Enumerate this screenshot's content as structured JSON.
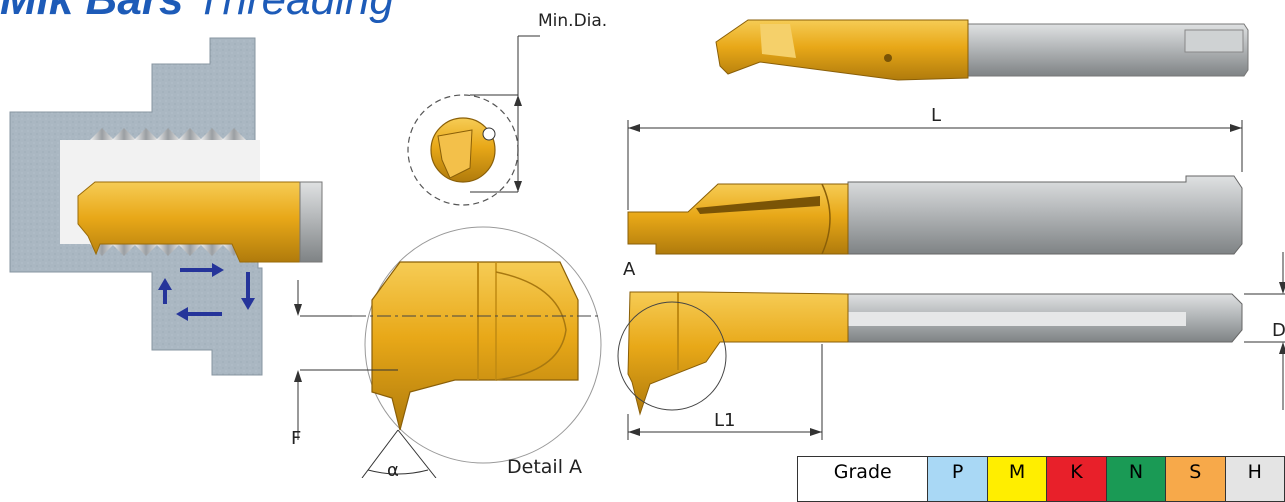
{
  "title": {
    "main": "Mik Bars",
    "sub": "Threading"
  },
  "labels": {
    "min_dia": "Min.Dia.",
    "L": "L",
    "L1": "L1",
    "A": "A",
    "D": "D",
    "F": "F",
    "alpha": "α",
    "detail_a": "Detail A"
  },
  "grade_table": {
    "header": "Grade",
    "grades": [
      {
        "code": "P",
        "color": "#a9d8f5"
      },
      {
        "code": "M",
        "color": "#ffee00"
      },
      {
        "code": "K",
        "color": "#e8202a"
      },
      {
        "code": "N",
        "color": "#1a9a55"
      },
      {
        "code": "S",
        "color": "#f7a94a"
      },
      {
        "code": "H",
        "color": "#e4e4e4"
      }
    ]
  },
  "colors": {
    "gold": "#e8a818",
    "gold_dark": "#b07b0c",
    "steel": "#b9bcbe",
    "workpiece": "#aab7c2",
    "arrow": "#25349a",
    "title_blue": "#1d5bb8"
  }
}
